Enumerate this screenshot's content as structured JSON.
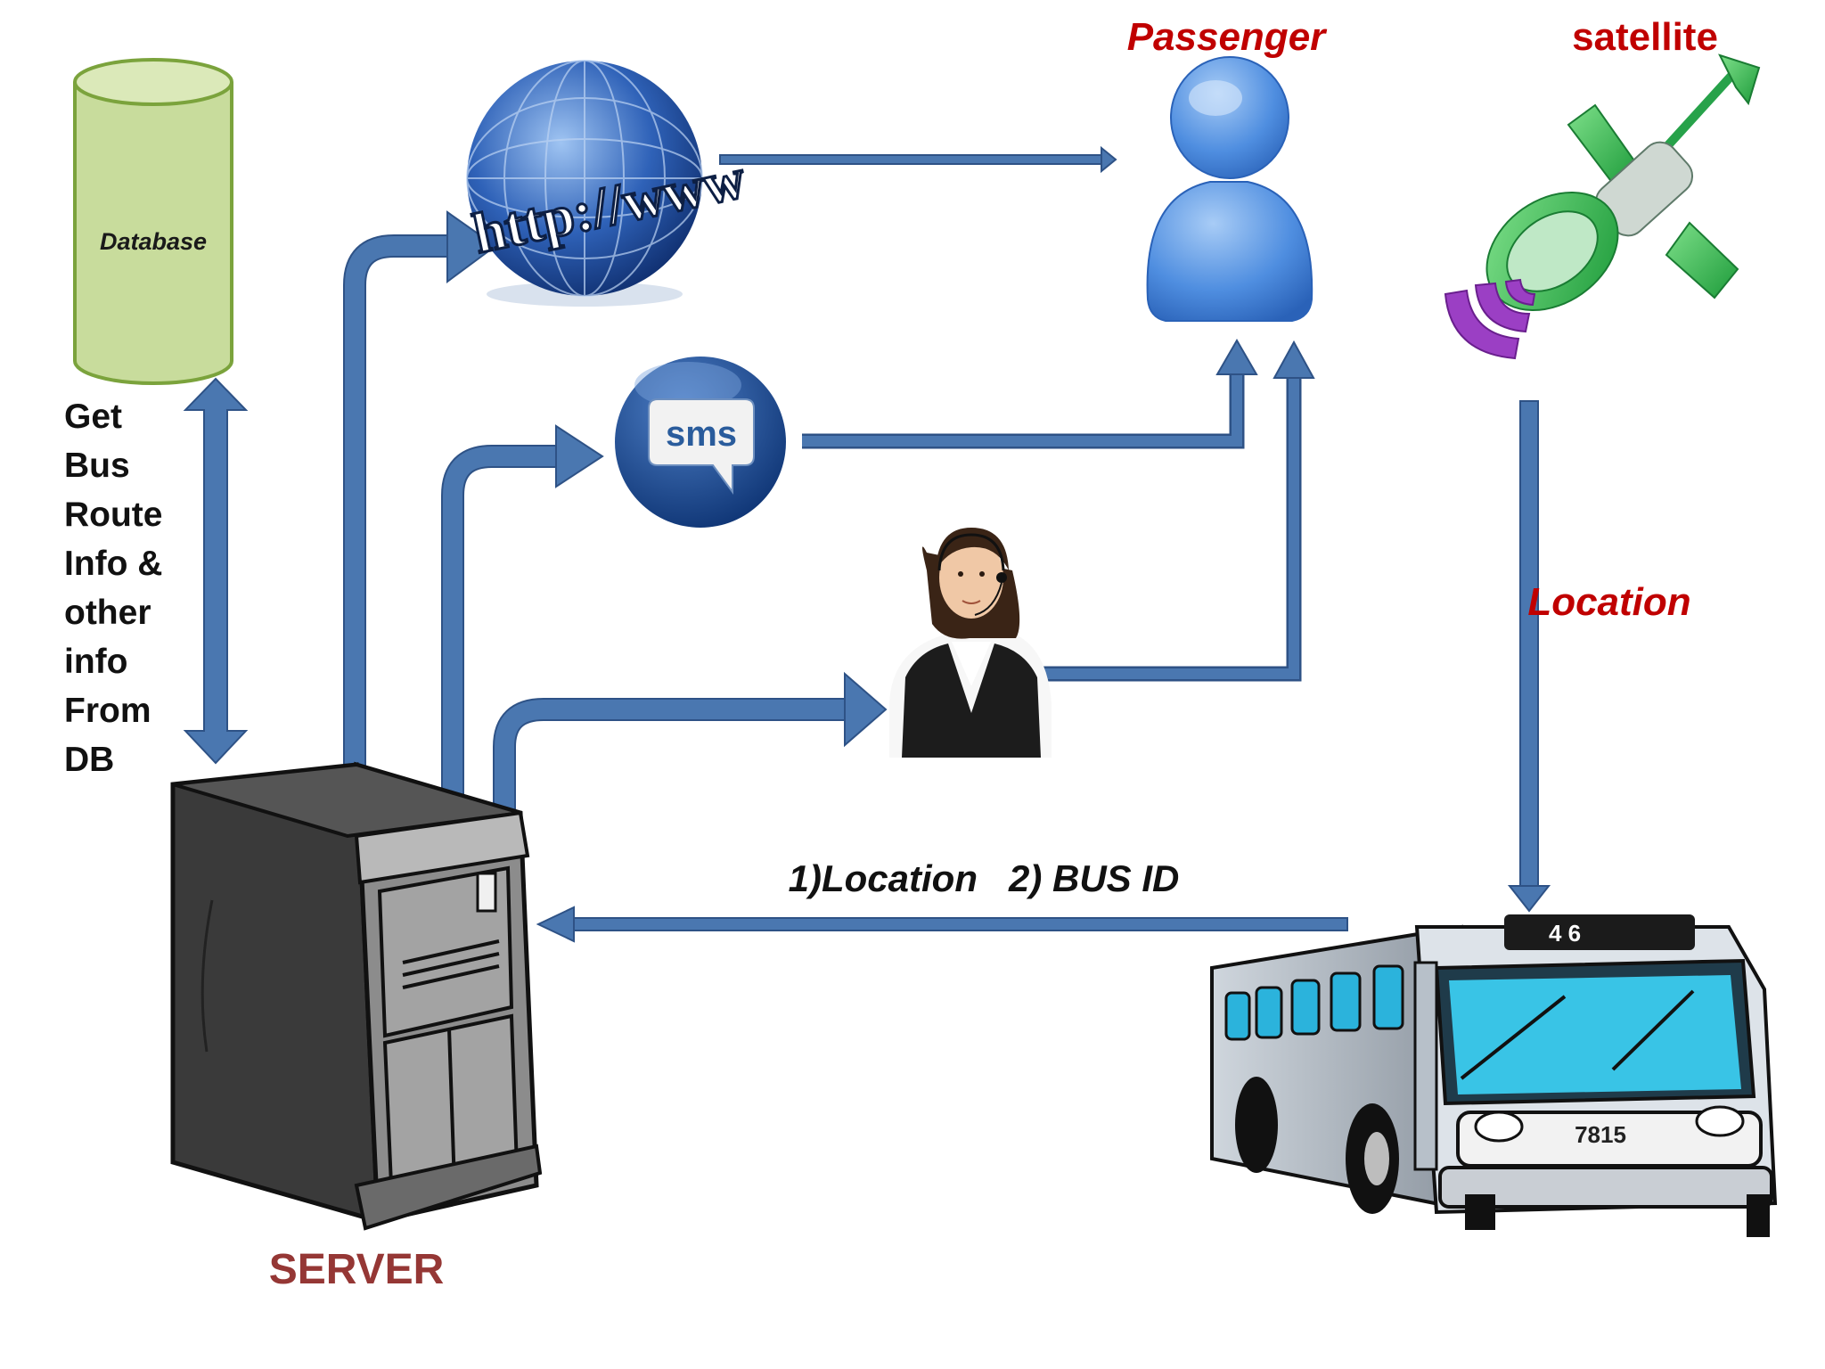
{
  "database": {
    "label": "Database"
  },
  "db_note": {
    "lines": [
      "Get",
      "Bus",
      "Route",
      "Info &",
      "other",
      "info",
      "From",
      "DB"
    ]
  },
  "server": {
    "label": "SERVER"
  },
  "web": {
    "url_text": "http://www"
  },
  "sms": {
    "label": "sms"
  },
  "passenger": {
    "label": "Passenger"
  },
  "satellite": {
    "label": "satellite"
  },
  "location_link": {
    "label": "Location"
  },
  "bus_message": {
    "label": "1)Location   2) BUS ID"
  },
  "bus": {
    "number": "7815",
    "sign": "4 6"
  },
  "colors": {
    "arrow": "#4a77b0",
    "arrow_stroke": "#2e5286",
    "database_fill": "#c8dc9c",
    "database_stroke": "#7ba33c",
    "server_label": "#953735",
    "accent_red": "#c00000"
  }
}
